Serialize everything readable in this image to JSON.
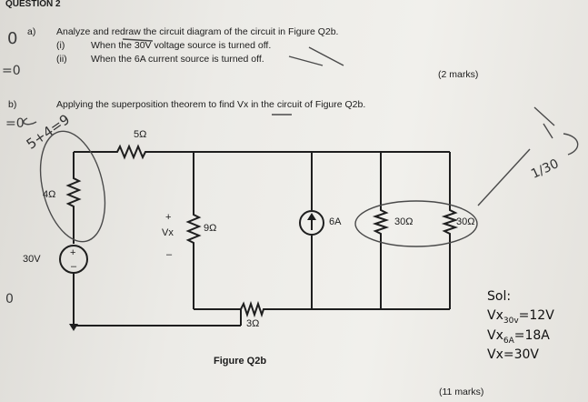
{
  "question": {
    "heading": "QUESTION 2",
    "part_a": {
      "label": "a)",
      "prompt": "Analyze and redraw the circuit diagram of the circuit in Figure Q2b.",
      "items": [
        {
          "num": "(i)",
          "text": "When the 30V voltage source is turned off."
        },
        {
          "num": "(ii)",
          "text": "When the 6A current source is turned off."
        }
      ],
      "marks": "(2 marks)"
    },
    "part_b": {
      "label": "b)",
      "prompt": "Applying the superposition theorem to find Vx in the circuit of Figure Q2b.",
      "marks": "(11 marks)"
    }
  },
  "figure": {
    "caption": "Figure Q2b",
    "components": {
      "r_top": "5Ω",
      "r_left": "4Ω",
      "v_source": "30V",
      "r_vx": "9Ω",
      "vx_label": "Vx",
      "vx_plus": "+",
      "vx_minus": "–",
      "src_plus": "+",
      "src_minus": "–",
      "i_source": "6A",
      "r_p1": "30Ω",
      "r_p2": "30Ω",
      "r_bottom": "3Ω"
    }
  },
  "handwriting": {
    "sol_label": "Sol:",
    "line1_main": "Vx",
    "line1_sub": "30v",
    "line1_val": "=12V",
    "line2_main": "Vx",
    "line2_sub": "6A",
    "line2_val": "=18A",
    "line3": "Vx=30V",
    "scribble_sum": "5+4=9",
    "scribble_frac": "1/30"
  }
}
